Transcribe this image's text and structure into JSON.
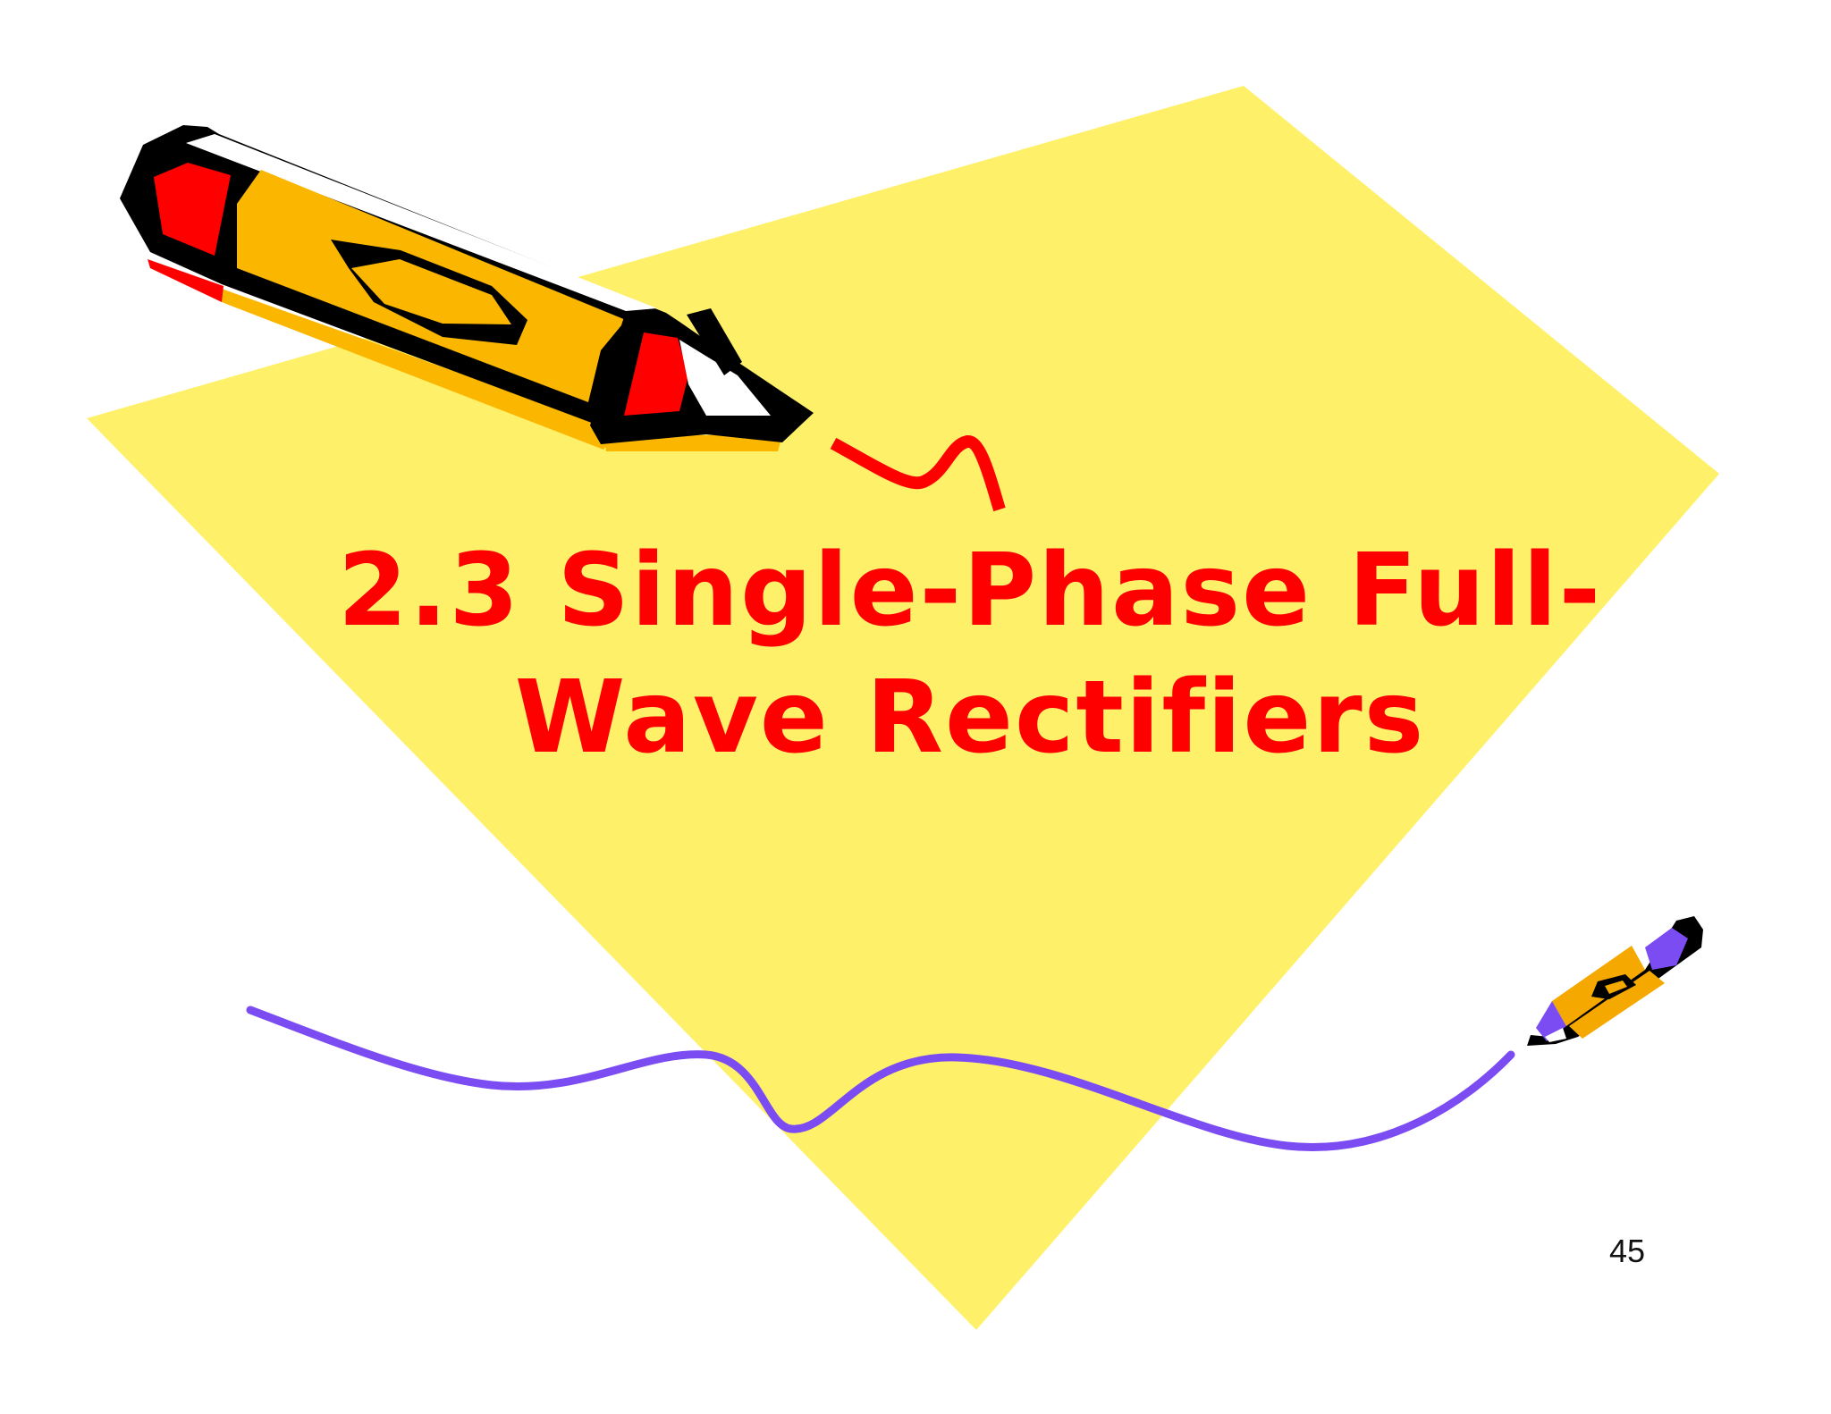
{
  "slide": {
    "title_line_1": "2.3 Single-Phase Full-",
    "title_line_2": "Wave Rectifiers",
    "page_number": "45"
  },
  "colors": {
    "background": "#ffffff",
    "backdrop_shape": "#fff06a",
    "title_text": "#ff0000",
    "squiggle_stroke": "#7b4cf2",
    "large_pencil_body": "#fbb600",
    "large_pencil_eraser": "#ff0000",
    "small_pencil_body": "#f5a800",
    "small_pencil_eraser": "#7b4cf2",
    "outline": "#000000"
  },
  "icons": {
    "large_pencil": "pencil-icon",
    "small_pencil": "pencil-icon",
    "backdrop": "yellow-polygon-shape",
    "red_squiggle": "squiggle-line",
    "purple_squiggle": "squiggle-line"
  }
}
